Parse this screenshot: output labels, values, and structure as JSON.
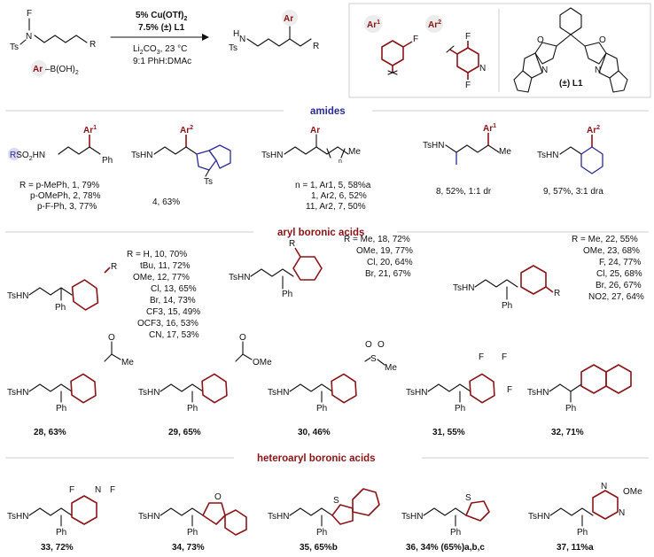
{
  "reaction": {
    "reagent_text": "Ar–B(OH)",
    "reagent_sub": "2",
    "catalyst": "5% Cu(OTf)",
    "catalyst_sub": "2",
    "ligand_loading": "7.5% (±) L1",
    "base": "Li",
    "base_sub": "2",
    "base_rest": "CO",
    "base_sub2": "3",
    "base_temp": ", 23 °C",
    "solvent": "9:1 PhH:DMAc",
    "sm_ts": "Ts",
    "sm_n": "N",
    "sm_f": "F",
    "sm_r": "R",
    "prod_ts": "Ts",
    "prod_hn": "H",
    "prod_n": "N",
    "prod_ar": "Ar",
    "prod_r": "R"
  },
  "legend_box": {
    "ar1": "Ar",
    "ar1_sup": "1",
    "ar2": "Ar",
    "ar2_sup": "2",
    "f_label": "F",
    "n_label": "N",
    "ligand_label": "(±) L1",
    "o_label": "O",
    "n2_label": "N"
  },
  "colors": {
    "ar_red": "#8a1418",
    "amide_blue": "#2a2b9a",
    "section_line": "#cfcfcf",
    "dark": "#111111"
  },
  "sections": {
    "amides": "amides",
    "aryl": "aryl boronic acids",
    "heteroaryl": "heteroaryl boronic acids"
  },
  "amides": {
    "c1_prefix": "RSO",
    "c1_sub": "2",
    "c1_suffix": "HN",
    "c1_lines": [
      "R = p-MePh, 1, 79%",
      "p-OMePh, 2, 78%",
      "p-F-Ph, 3, 77%"
    ],
    "c2_label": "4, 63%",
    "c3_lines": [
      "n = 1, Ar1, 5, 58%a",
      "1, Ar2, 6, 52%",
      "11, Ar2, 7, 50%"
    ],
    "c4_label": "8, 52%, 1:1 dr",
    "c5_label": "9, 57%, 3:1 dra",
    "tshn": "TsHN",
    "ts": "Ts",
    "me": "Me",
    "ph": "Ph",
    "n_sub": "n"
  },
  "aryl": {
    "p_list": [
      "R = H, 10, 70%",
      "tBu, 11, 72%",
      "OMe, 12, 77%",
      "Cl, 13, 65%",
      "Br, 14, 73%",
      "CF3, 15, 49%",
      "OCF3, 16, 53%",
      "CN, 17, 53%"
    ],
    "o_list": [
      "R = Me, 18, 72%",
      "OMe, 19, 77%",
      "Cl, 20, 64%",
      "Br, 21, 67%"
    ],
    "m_list": [
      "R = Me, 22, 55%",
      "OMe, 23, 68%",
      "F, 24, 77%",
      "Cl, 25, 68%",
      "Br, 26, 67%",
      "NO2, 27, 64%"
    ],
    "row2": [
      "28, 63%",
      "29, 65%",
      "30, 46%",
      "31, 55%",
      "32, 71%"
    ],
    "me": "Me",
    "ome": "OMe",
    "o": "O",
    "s": "S",
    "f": "F",
    "r": "R"
  },
  "heteroaryl": {
    "labels": [
      "33, 72%",
      "34, 73%",
      "35, 65%b",
      "36, 34% (65%)a,b,c",
      "37, 11%a"
    ],
    "f": "F",
    "n": "N",
    "o": "O",
    "s": "S",
    "ome": "OMe"
  }
}
